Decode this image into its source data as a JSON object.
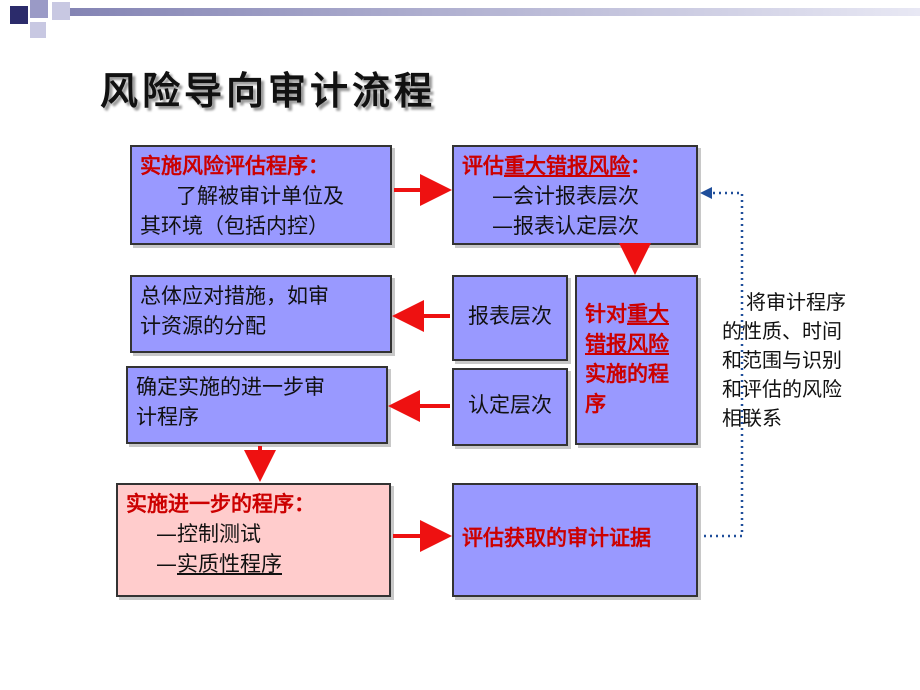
{
  "title": "风险导向审计流程",
  "box_risk_assessment": {
    "heading": "实施风险评估程序：",
    "line1": "了解被审计单位及",
    "line2": "其环境（包括内控）"
  },
  "box_assess_material": {
    "prefix": "评估",
    "emph": "重大错报风险",
    "suffix": "：",
    "line1": "—会计报表层次",
    "line2": "—报表认定层次"
  },
  "box_overall_response": {
    "line1": "总体应对措施，如审",
    "line2": "计资源的分配"
  },
  "box_statement_level": {
    "label": "报表层次"
  },
  "box_targeted": {
    "line1a": "针对",
    "line1b": "重大",
    "line2": "错报风险",
    "line3": "实施的程",
    "line4": "序"
  },
  "box_further_determine": {
    "line1": "确定实施的进一步审",
    "line2": "计程序"
  },
  "box_assertion_level": {
    "label": "认定层次"
  },
  "box_perform_further": {
    "heading": "实施进一步的程序：",
    "line1": "—控制测试",
    "line2_prefix": "—",
    "line2_emph": "实质性程序"
  },
  "box_evaluate_evidence": {
    "label": "评估获取的审计证据"
  },
  "side_note": {
    "line1": "将审计程序",
    "line2": "的性质、时间",
    "line3": "和范围与识别",
    "line4": "和评估的风险",
    "line5": "相联系"
  },
  "colors": {
    "box_fill": "#9999ff",
    "box_pink": "#ffcccc",
    "arrow_red": "#ee1111",
    "emphasis_red": "#cc0000",
    "dotted_blue": "#1f4e9a",
    "deco_navy": "#2b2b6b"
  }
}
